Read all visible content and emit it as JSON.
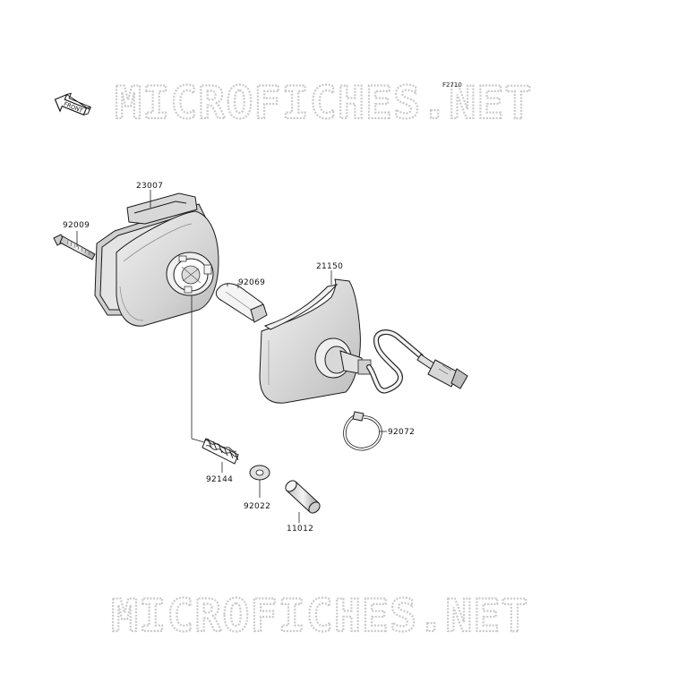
{
  "figure_code": "F2710",
  "watermark": "MICROFICHES.NET",
  "front_indicator": "FRONT",
  "parts": {
    "p23007": "23007",
    "p92009": "92009",
    "p92069": "92069",
    "p21150": "21150",
    "p92072": "92072",
    "p92144": "92144",
    "p92022": "92022",
    "p11012": "11012"
  },
  "colors": {
    "watermark": "#c9c9c9",
    "line": "#222222",
    "housing_fill": "#dcdcdc",
    "part_fill": "#e8e8e8"
  }
}
